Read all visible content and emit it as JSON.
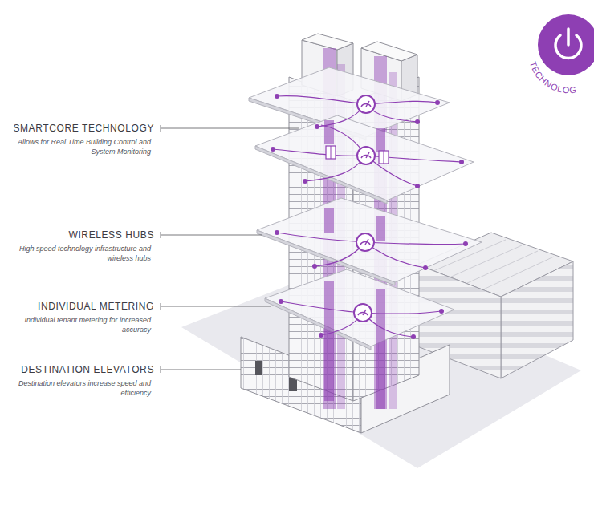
{
  "diagram": {
    "labels": [
      "SMARTCORE TECHNOLOGY",
      "Allows for Real Time Building Control and System Monitoring",
      "WIRELESS HUBS",
      "High speed technology infrastructure and wireless hubs",
      "INDIVIDUAL METERING",
      "Individual tenant metering for increased accuracy",
      "DESTINATION ELEVATORS",
      "Destination elevators increase speed and efficiency",
      "TECHNOLOG"
    ]
  }
}
